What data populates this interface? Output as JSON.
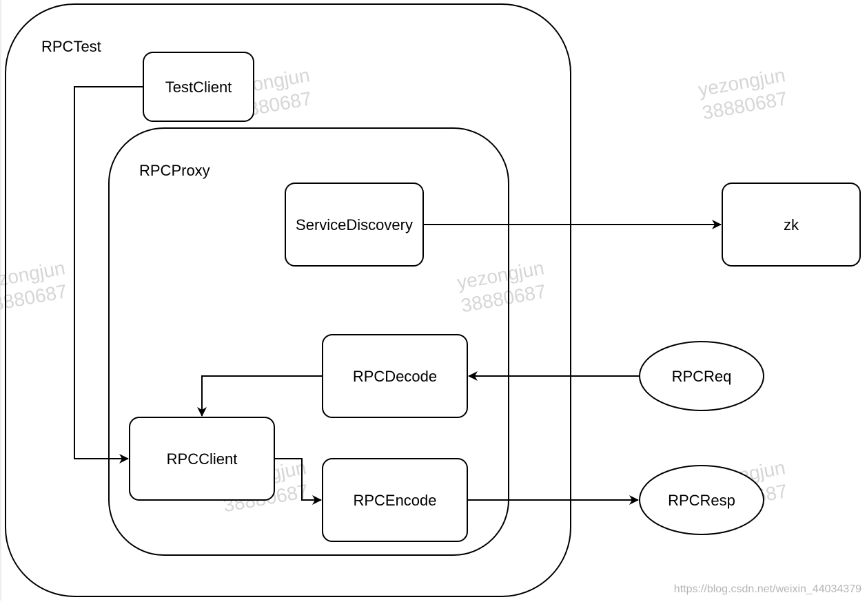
{
  "containers": {
    "rpc_test": "RPCTest",
    "rpc_proxy": "RPCProxy"
  },
  "nodes": {
    "test_client": "TestClient",
    "service_discovery": "ServiceDiscovery",
    "zk": "zk",
    "rpc_decode": "RPCDecode",
    "rpc_req": "RPCReq",
    "rpc_client": "RPCClient",
    "rpc_encode": "RPCEncode",
    "rpc_resp": "RPCResp"
  },
  "watermark": {
    "line1": "yezongjun",
    "line2": "38880687"
  },
  "source_url": "https://blog.csdn.net/weixin_44034379",
  "colors": {
    "stroke": "#000000",
    "background": "#ffffff",
    "watermark": "#d6d6d6"
  }
}
